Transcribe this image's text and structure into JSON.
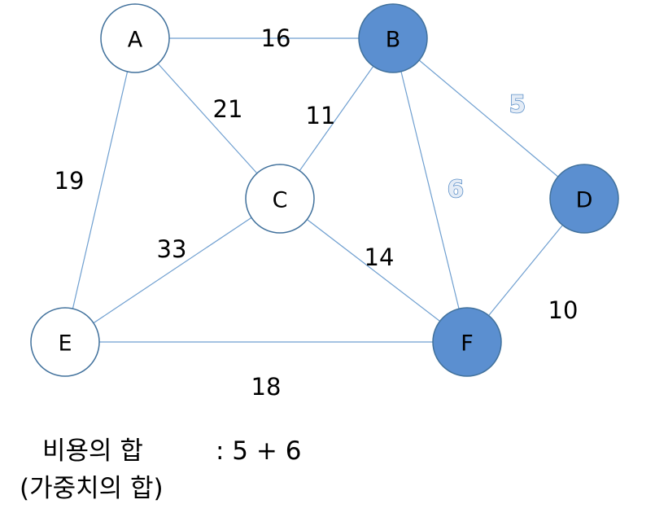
{
  "graph": {
    "nodes": [
      {
        "id": "A",
        "label": "A",
        "selected": false
      },
      {
        "id": "B",
        "label": "B",
        "selected": true
      },
      {
        "id": "C",
        "label": "C",
        "selected": false
      },
      {
        "id": "D",
        "label": "D",
        "selected": true
      },
      {
        "id": "E",
        "label": "E",
        "selected": false
      },
      {
        "id": "F",
        "label": "F",
        "selected": true
      }
    ],
    "edges": [
      {
        "from": "A",
        "to": "B",
        "weight": "16",
        "highlight": false
      },
      {
        "from": "A",
        "to": "C",
        "weight": "21",
        "highlight": false
      },
      {
        "from": "A",
        "to": "E",
        "weight": "19",
        "highlight": false
      },
      {
        "from": "B",
        "to": "C",
        "weight": "11",
        "highlight": false
      },
      {
        "from": "B",
        "to": "D",
        "weight": "5",
        "highlight": true
      },
      {
        "from": "B",
        "to": "F",
        "weight": "6",
        "highlight": true
      },
      {
        "from": "C",
        "to": "E",
        "weight": "33",
        "highlight": false
      },
      {
        "from": "C",
        "to": "F",
        "weight": "14",
        "highlight": false
      },
      {
        "from": "D",
        "to": "F",
        "weight": "10",
        "highlight": false
      },
      {
        "from": "E",
        "to": "F",
        "weight": "18",
        "highlight": false
      }
    ],
    "colors": {
      "selected_fill": "#5b8fd0",
      "unselected_fill": "#ffffff",
      "node_stroke": "#41719c",
      "edge": "#6f9fd0"
    }
  },
  "caption": {
    "label": "비용의 합",
    "value": ": 5 + 6",
    "sub": "(가중치의 합)"
  }
}
